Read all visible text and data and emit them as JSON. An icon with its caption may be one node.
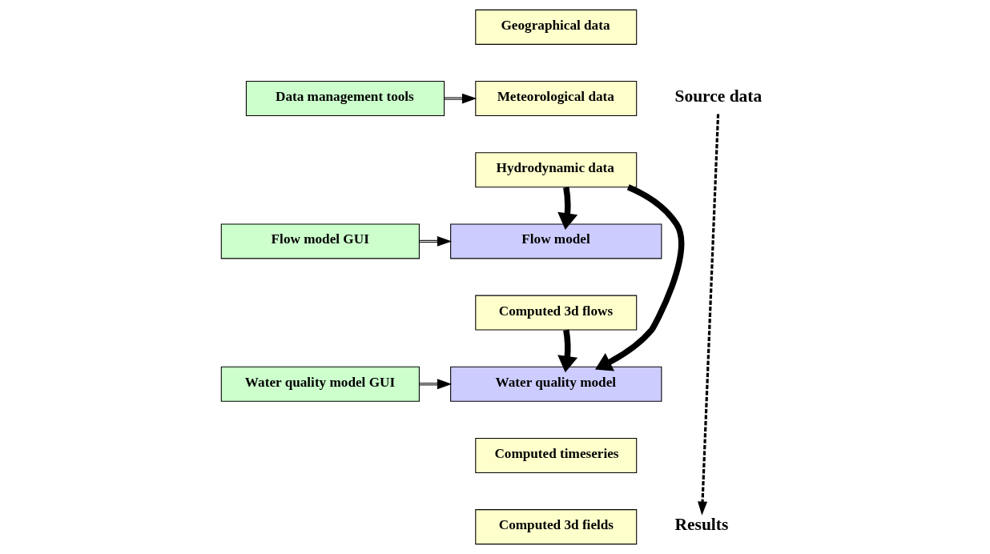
{
  "diagram": {
    "nodes": [
      {
        "text": [
          "Data management tools"
        ]
      },
      {
        "text": [
          "Geographical data"
        ]
      },
      {
        "text": [
          "Meteorological data"
        ]
      },
      {
        "text": [
          "Hydrodynamic data"
        ]
      },
      {
        "text": [
          "Source data"
        ]
      },
      {
        "text": [
          "Flow model GUI"
        ]
      },
      {
        "text": [
          "Flow model"
        ]
      },
      {
        "text": [
          "Computed 3d flows"
        ]
      },
      {
        "text": [
          "Water quality model GUI"
        ]
      },
      {
        "text": [
          "Water quality model"
        ]
      },
      {
        "text": [
          "Computed timeseries"
        ]
      },
      {
        "text": [
          "Results"
        ]
      },
      {
        "text": [
          "Computed 3d fields"
        ]
      }
    ],
    "edges": [
      {
        "from": 0,
        "to": 2,
        "arrow": "to"
      },
      {
        "from": 3,
        "to": 6,
        "arrow": "to",
        "style": "thick"
      },
      {
        "from": 3,
        "to": 9,
        "arrow": "to",
        "style": "thick"
      },
      {
        "from": 5,
        "to": 6,
        "arrow": "to"
      },
      {
        "from": 7,
        "to": 9,
        "arrow": "to",
        "style": "thick"
      },
      {
        "from": 8,
        "to": 9,
        "arrow": "to"
      },
      {
        "from": 4,
        "to": 11,
        "arrow": "to",
        "style": "dashed"
      }
    ]
  }
}
